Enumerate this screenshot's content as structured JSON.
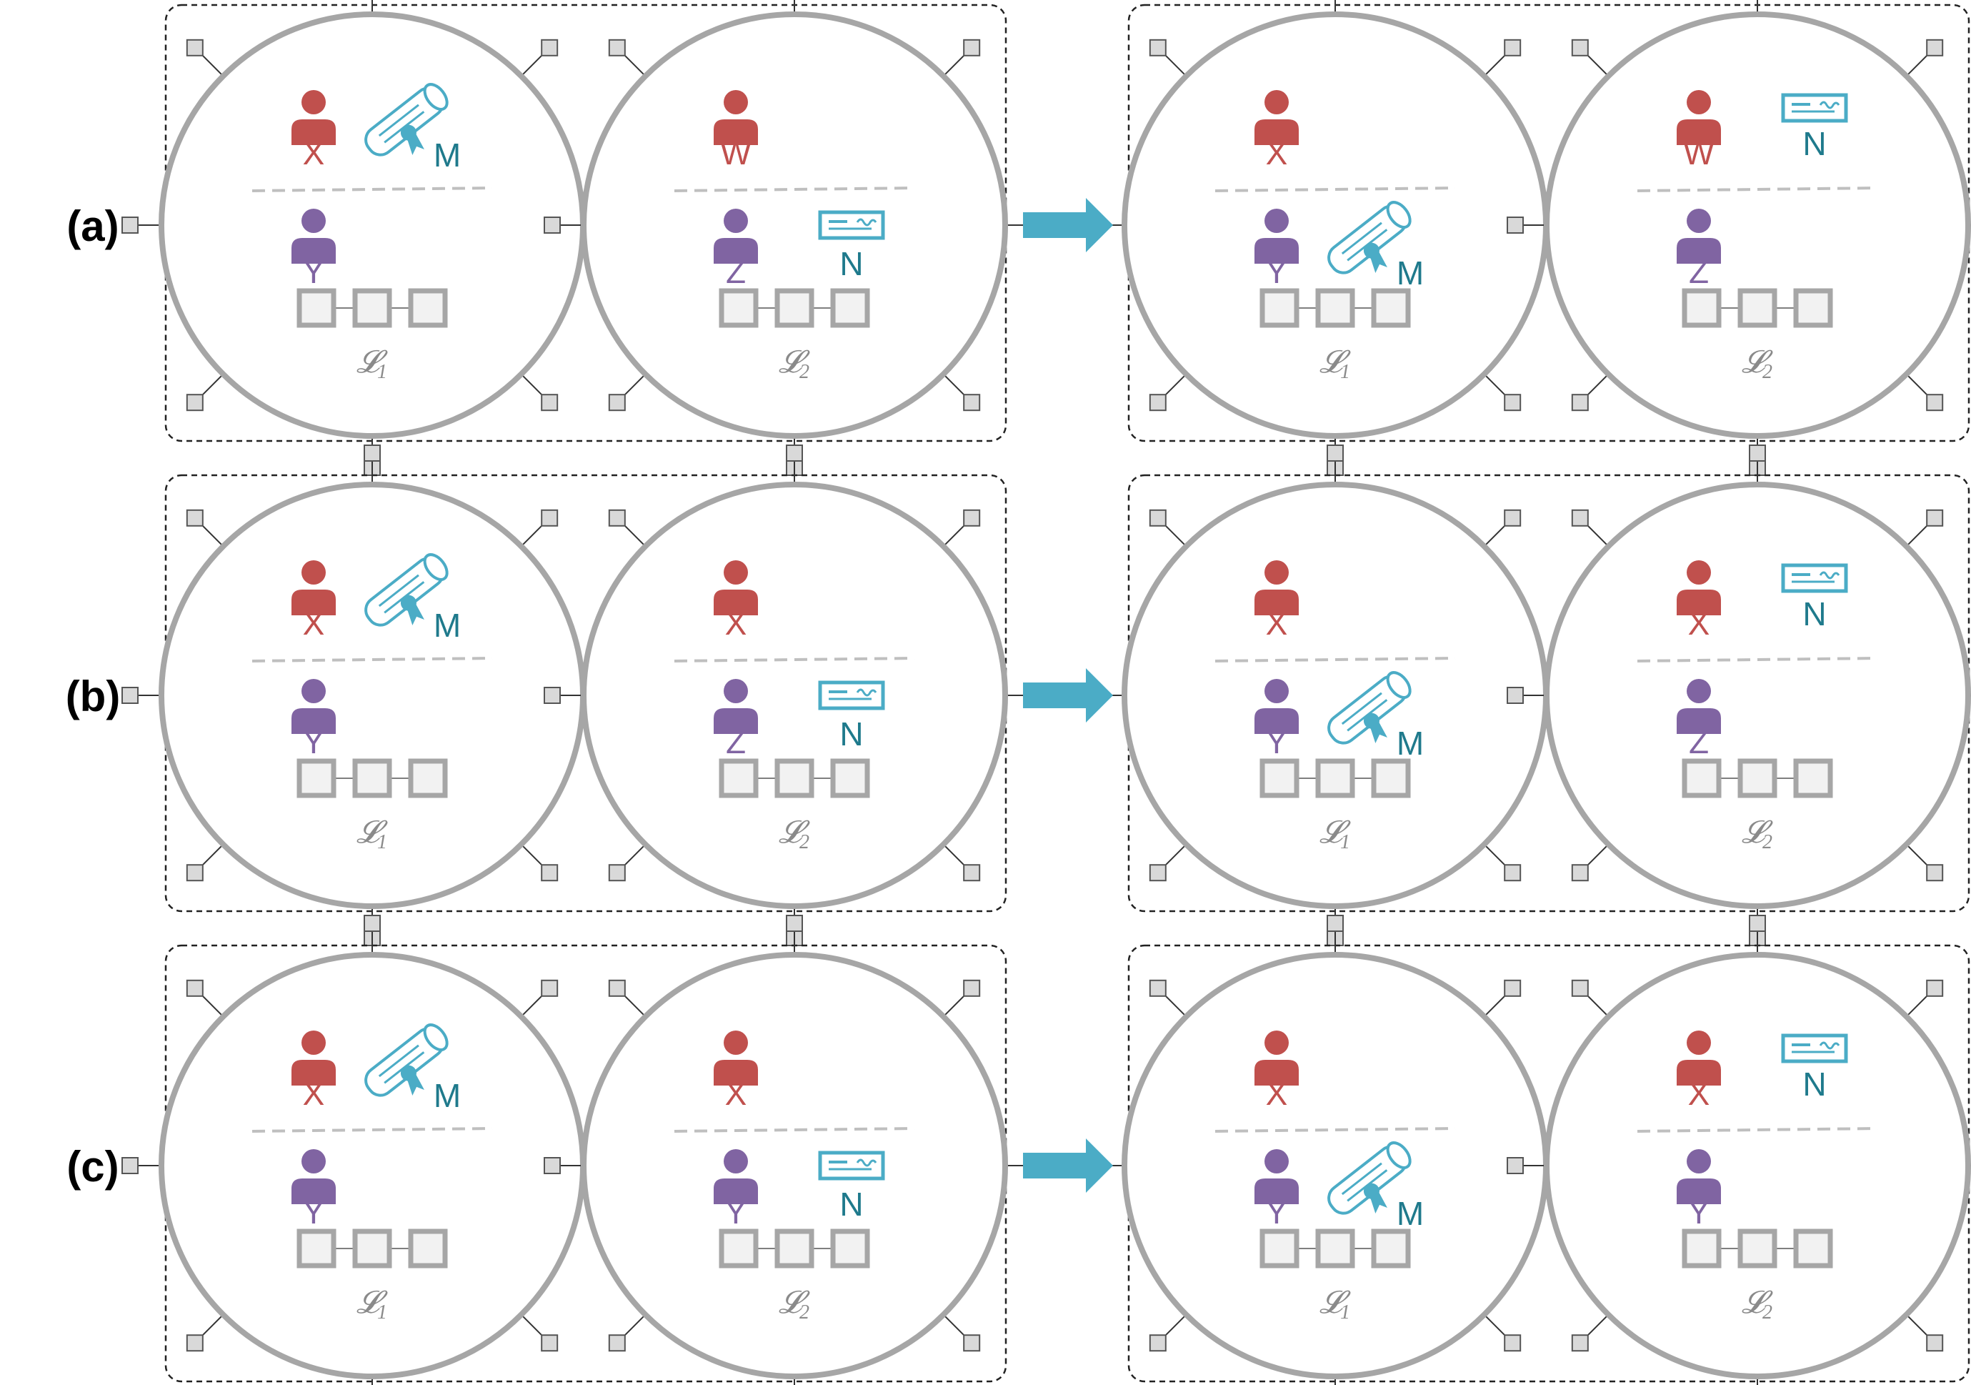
{
  "colors": {
    "red": "#c0504d",
    "purple": "#8064a2",
    "teal": "#4bacc6",
    "teal_text": "#1f7a8c",
    "gray": "#a6a6a6",
    "dark": "#333333"
  },
  "icons": {
    "person": "person-icon",
    "diploma": "diploma-scroll-icon",
    "check": "bank-check-icon",
    "arrow": "right-arrow-icon",
    "node": "network-node-icon"
  },
  "rows": [
    {
      "label": "(a)",
      "before": [
        {
          "top": "X",
          "bottom": "Y",
          "asset": "M",
          "asset_section": "top",
          "ledger": "𝓛",
          "ledger_sub": "1",
          "top_color": "red"
        },
        {
          "top": "W",
          "bottom": "Z",
          "asset": "N",
          "asset_section": "bottom",
          "ledger": "𝓛",
          "ledger_sub": "2",
          "top_color": "red"
        }
      ],
      "after": [
        {
          "top": "X",
          "bottom": "Y",
          "asset": "M",
          "asset_section": "bottom",
          "ledger": "𝓛",
          "ledger_sub": "1",
          "top_color": "red"
        },
        {
          "top": "W",
          "bottom": "Z",
          "asset": "N",
          "asset_section": "top",
          "ledger": "𝓛",
          "ledger_sub": "2",
          "top_color": "red"
        }
      ]
    },
    {
      "label": "(b)",
      "before": [
        {
          "top": "X",
          "bottom": "Y",
          "asset": "M",
          "asset_section": "top",
          "ledger": "𝓛",
          "ledger_sub": "1",
          "top_color": "red"
        },
        {
          "top": "X",
          "bottom": "Z",
          "asset": "N",
          "asset_section": "bottom",
          "ledger": "𝓛",
          "ledger_sub": "2",
          "top_color": "red"
        }
      ],
      "after": [
        {
          "top": "X",
          "bottom": "Y",
          "asset": "M",
          "asset_section": "bottom",
          "ledger": "𝓛",
          "ledger_sub": "1",
          "top_color": "red"
        },
        {
          "top": "X",
          "bottom": "Z",
          "asset": "N",
          "asset_section": "top",
          "ledger": "𝓛",
          "ledger_sub": "2",
          "top_color": "red"
        }
      ]
    },
    {
      "label": "(c)",
      "before": [
        {
          "top": "X",
          "bottom": "Y",
          "asset": "M",
          "asset_section": "top",
          "ledger": "𝓛",
          "ledger_sub": "1",
          "top_color": "red"
        },
        {
          "top": "X",
          "bottom": "Y",
          "asset": "N",
          "asset_section": "bottom",
          "ledger": "𝓛",
          "ledger_sub": "2",
          "top_color": "red"
        }
      ],
      "after": [
        {
          "top": "X",
          "bottom": "Y",
          "asset": "M",
          "asset_section": "bottom",
          "ledger": "𝓛",
          "ledger_sub": "1",
          "top_color": "red"
        },
        {
          "top": "X",
          "bottom": "Y",
          "asset": "N",
          "asset_section": "top",
          "ledger": "𝓛",
          "ledger_sub": "2",
          "top_color": "red"
        }
      ]
    }
  ]
}
